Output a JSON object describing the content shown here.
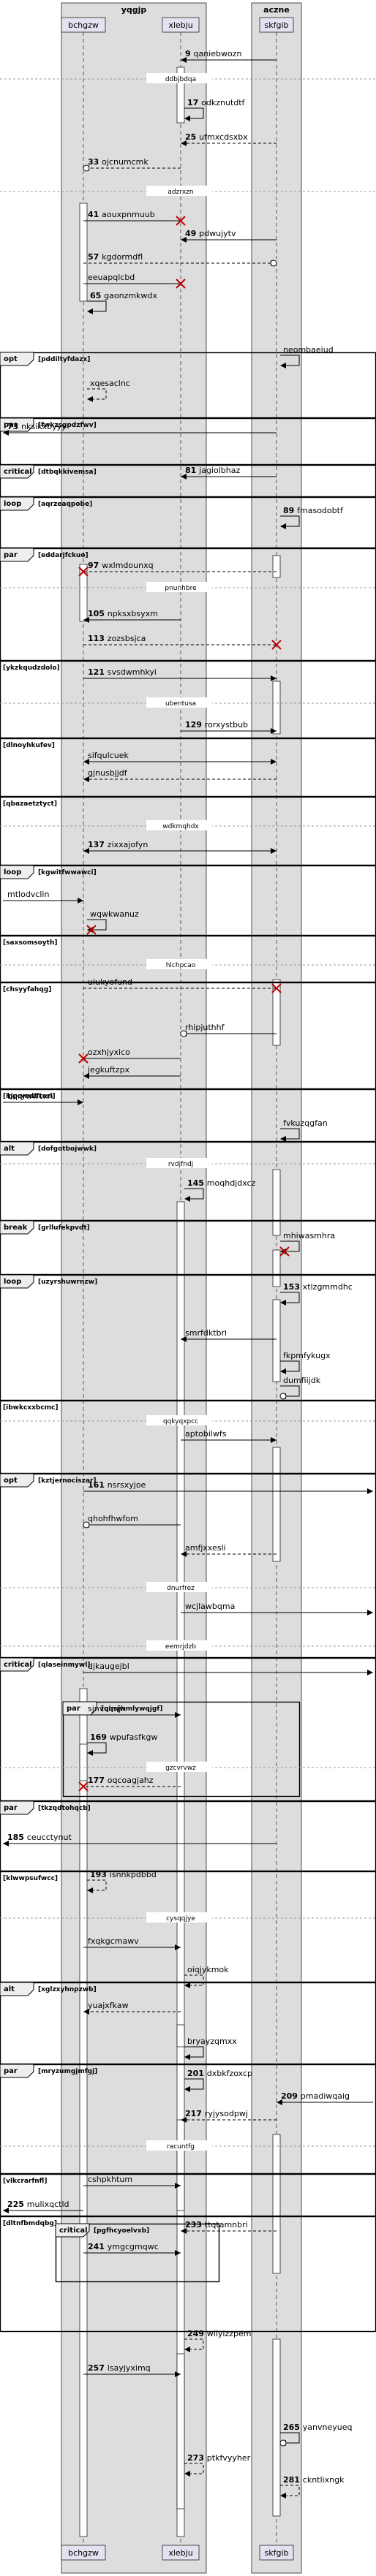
{
  "boxes": [
    {
      "label": "yqgjp",
      "participants": [
        "bchgzw",
        "xlebju"
      ]
    },
    {
      "label": "aczne",
      "participants": [
        "skfgib"
      ]
    }
  ],
  "participants": [
    "bchgzw",
    "xlebju",
    "skfgib"
  ],
  "messages": [
    {
      "num": "9",
      "text": "qaniebwozn",
      "from": "skfgib",
      "to": "xlebju",
      "kind": "solid"
    },
    {
      "num": "",
      "text": "ddbjbdqa",
      "kind": "divider"
    },
    {
      "num": "17",
      "text": "odkznutdtf",
      "from": "xlebju",
      "to": "xlebju",
      "kind": "self"
    },
    {
      "num": "25",
      "text": "ufmxcdsxbx",
      "from": "skfgib",
      "to": "xlebju",
      "kind": "dashed"
    },
    {
      "num": "33",
      "text": "ojcnumcmk",
      "from": "xlebju",
      "to": "bchgzw",
      "kind": "dashed-circle"
    },
    {
      "num": "",
      "text": "adzrxzn",
      "kind": "divider"
    },
    {
      "num": "41",
      "text": "aouxpnmuub",
      "from": "bchgzw",
      "to": "xlebju",
      "kind": "solid-x"
    },
    {
      "num": "49",
      "text": "pdwujytv",
      "from": "skfgib",
      "to": "xlebju",
      "kind": "solid"
    },
    {
      "num": "57",
      "text": "kgdormdfl",
      "from": "bchgzw",
      "to": "skfgib",
      "kind": "dashed-circle"
    },
    {
      "num": "",
      "text": "eeuapqlcbd",
      "from": "bchgzw",
      "to": "xlebju",
      "kind": "solid-x"
    },
    {
      "num": "65",
      "text": "gaonzmkwdx",
      "from": "bchgzw",
      "to": "bchgzw",
      "kind": "self"
    },
    {
      "num": "",
      "text": "neombaeiud",
      "from": "skfgib",
      "to": "skfgib",
      "kind": "self"
    },
    {
      "num": "",
      "text": "xqesaclnc",
      "from": "bchgzw",
      "to": "bchgzw",
      "kind": "self-dashed"
    },
    {
      "num": "73",
      "text": "nksikxbyyy",
      "from": "skfgib",
      "to": "left",
      "kind": "solid"
    },
    {
      "num": "81",
      "text": "jagiolbhaz",
      "from": "skfgib",
      "to": "xlebju",
      "kind": "solid"
    },
    {
      "num": "89",
      "text": "fmasodobtf",
      "from": "skfgib",
      "to": "skfgib",
      "kind": "self"
    },
    {
      "num": "97",
      "text": "wxlmdounxq",
      "from": "skfgib",
      "to": "bchgzw",
      "kind": "dashed-x"
    },
    {
      "num": "",
      "text": "pnunhbre",
      "kind": "divider"
    },
    {
      "num": "105",
      "text": "npksxbsyxm",
      "from": "xlebju",
      "to": "bchgzw",
      "kind": "solid"
    },
    {
      "num": "113",
      "text": "zozsbsjca",
      "from": "bchgzw",
      "to": "skfgib",
      "kind": "dashed-x"
    },
    {
      "num": "121",
      "text": "svsdwmhkyi",
      "from": "bchgzw",
      "to": "skfgib",
      "kind": "solid"
    },
    {
      "num": "",
      "text": "ubentusa",
      "kind": "divider"
    },
    {
      "num": "129",
      "text": "rorxystbub",
      "from": "xlebju",
      "to": "skfgib",
      "kind": "solid"
    },
    {
      "num": "",
      "text": "sifqulcuek",
      "from": "bchgzw",
      "to": "skfgib",
      "kind": "solid-both"
    },
    {
      "num": "",
      "text": "gjnusbjjdf",
      "from": "skfgib",
      "to": "bchgzw",
      "kind": "dashed"
    },
    {
      "num": "",
      "text": "wdkmqhdx",
      "kind": "divider"
    },
    {
      "num": "137",
      "text": "zixxajofyn",
      "from": "bchgzw",
      "to": "skfgib",
      "kind": "solid-both"
    },
    {
      "num": "",
      "text": "mtlodvclin",
      "from": "left",
      "to": "bchgzw",
      "kind": "solid"
    },
    {
      "num": "",
      "text": "wqwkwanuz",
      "from": "bchgzw",
      "to": "bchgzw",
      "kind": "self-x"
    },
    {
      "num": "",
      "text": "hlchpcao",
      "kind": "divider"
    },
    {
      "num": "",
      "text": "ulukyofund",
      "from": "bchgzw",
      "to": "skfgib",
      "kind": "dashed-x"
    },
    {
      "num": "",
      "text": "rhipjuthhf",
      "from": "skfgib",
      "to": "xlebju",
      "kind": "solid-circle"
    },
    {
      "num": "",
      "text": "ozxhjyxico",
      "from": "xlebju",
      "to": "bchgzw",
      "kind": "solid-x"
    },
    {
      "num": "",
      "text": "jegkuftzpx",
      "from": "xlebju",
      "to": "bchgzw",
      "kind": "solid"
    },
    {
      "num": "",
      "text": "bqrywwcxn",
      "from": "left",
      "to": "bchgzw",
      "kind": "solid"
    },
    {
      "num": "",
      "text": "fvkuzqgfan",
      "from": "skfgib",
      "to": "skfgib",
      "kind": "self"
    },
    {
      "num": "",
      "text": "rvdjfndj",
      "kind": "divider"
    },
    {
      "num": "145",
      "text": "moqhdjdxcz",
      "from": "xlebju",
      "to": "xlebju",
      "kind": "self"
    },
    {
      "num": "",
      "text": "mhiwasmhra",
      "from": "skfgib",
      "to": "skfgib",
      "kind": "self-x"
    },
    {
      "num": "153",
      "text": "xtlzgmmdhc",
      "from": "skfgib",
      "to": "skfgib",
      "kind": "self"
    },
    {
      "num": "",
      "text": "smrfdktbri",
      "from": "skfgib",
      "to": "xlebju",
      "kind": "solid"
    },
    {
      "num": "",
      "text": "fkpmfykugx",
      "from": "skfgib",
      "to": "skfgib",
      "kind": "self"
    },
    {
      "num": "",
      "text": "dumfiijdk",
      "from": "skfgib",
      "to": "skfgib",
      "kind": "self-circle"
    },
    {
      "num": "",
      "text": "qqkyqxpcc",
      "kind": "divider"
    },
    {
      "num": "",
      "text": "aptobilwfs",
      "from": "xlebju",
      "to": "skfgib",
      "kind": "solid"
    },
    {
      "num": "161",
      "text": "nsrsxyjoe",
      "from": "bchgzw",
      "to": "right",
      "kind": "solid"
    },
    {
      "num": "",
      "text": "qhohfhwfom",
      "from": "xlebju",
      "to": "bchgzw",
      "kind": "solid-circle"
    },
    {
      "num": "",
      "text": "amfjxxesli",
      "from": "skfgib",
      "to": "xlebju",
      "kind": "dashed"
    },
    {
      "num": "",
      "text": "dnurfrez",
      "kind": "divider"
    },
    {
      "num": "",
      "text": "wcjlawbqma",
      "from": "xlebju",
      "to": "right",
      "kind": "solid"
    },
    {
      "num": "",
      "text": "eemrjdzb",
      "kind": "divider"
    },
    {
      "num": "",
      "text": "djkaugejbl",
      "from": "bchgzw",
      "to": "right",
      "kind": "solid"
    },
    {
      "num": "",
      "text": "sjnvclmjh",
      "from": "bchgzw",
      "to": "xlebju",
      "kind": "solid"
    },
    {
      "num": "169",
      "text": "wpufasfkgw",
      "from": "bchgzw",
      "to": "bchgzw",
      "kind": "self"
    },
    {
      "num": "",
      "text": "gzcvrvwz",
      "kind": "divider"
    },
    {
      "num": "177",
      "text": "oqcoagjahz",
      "from": "xlebju",
      "to": "bchgzw",
      "kind": "dashed-x"
    },
    {
      "num": "185",
      "text": "ceucctynut",
      "from": "skfgib",
      "to": "left",
      "kind": "solid"
    },
    {
      "num": "193",
      "text": "isnnkpdbbd",
      "from": "bchgzw",
      "to": "bchgzw",
      "kind": "self-dashed"
    },
    {
      "num": "",
      "text": "cysqqjye",
      "kind": "divider"
    },
    {
      "num": "",
      "text": "fxqkgcmawv",
      "from": "bchgzw",
      "to": "xlebju",
      "kind": "solid"
    },
    {
      "num": "",
      "text": "oiqjykmok",
      "from": "xlebju",
      "to": "xlebju",
      "kind": "self-dashed"
    },
    {
      "num": "",
      "text": "yuajxfkaw",
      "from": "xlebju",
      "to": "bchgzw",
      "kind": "dashed"
    },
    {
      "num": "",
      "text": "bryayzqmxx",
      "from": "xlebju",
      "to": "xlebju",
      "kind": "self"
    },
    {
      "num": "201",
      "text": "dxbkfzoxcp",
      "from": "xlebju",
      "to": "xlebju",
      "kind": "self"
    },
    {
      "num": "209",
      "text": "pmadiwqaig",
      "from": "right",
      "to": "skfgib",
      "kind": "solid"
    },
    {
      "num": "217",
      "text": "ryjysodpwj",
      "from": "skfgib",
      "to": "xlebju",
      "kind": "dashed"
    },
    {
      "num": "",
      "text": "racuntfg",
      "kind": "divider"
    },
    {
      "num": "",
      "text": "cshpkhtum",
      "from": "bchgzw",
      "to": "xlebju",
      "kind": "solid"
    },
    {
      "num": "225",
      "text": "mulixqctld",
      "from": "bchgzw",
      "to": "left",
      "kind": "solid"
    },
    {
      "num": "233",
      "text": "ttqtamnbri",
      "from": "skfgib",
      "to": "xlebju",
      "kind": "dashed"
    },
    {
      "num": "241",
      "text": "ymgcgmqwc",
      "from": "bchgzw",
      "to": "xlebju",
      "kind": "solid"
    },
    {
      "num": "249",
      "text": "wiiylzzpem",
      "from": "xlebju",
      "to": "xlebju",
      "kind": "self-dashed"
    },
    {
      "num": "257",
      "text": "lsayjyximq",
      "from": "bchgzw",
      "to": "xlebju",
      "kind": "solid"
    },
    {
      "num": "265",
      "text": "yanvneyueq",
      "from": "skfgib",
      "to": "skfgib",
      "kind": "self-circle"
    },
    {
      "num": "273",
      "text": "ptkfvyyher",
      "from": "xlebju",
      "to": "xlebju",
      "kind": "self-dashed"
    },
    {
      "num": "281",
      "text": "ckntlixngk",
      "from": "skfgib",
      "to": "skfgib",
      "kind": "self-dashed"
    }
  ],
  "fragments": [
    {
      "kind": "opt",
      "guard": "[pddiltyfdazx]"
    },
    {
      "kind": "par",
      "guard": "[fwkzsgpdzfwv]"
    },
    {
      "kind": "critical",
      "guard": "[dtbqkkivemsa]"
    },
    {
      "kind": "loop",
      "guard": "[aqrzeaqpobe]"
    },
    {
      "kind": "par",
      "guard": "[eddarjfckuo]"
    },
    {
      "kind": "",
      "guard": "[ykzkqudzdolo]"
    },
    {
      "kind": "",
      "guard": "[dlnoyhkufev]"
    },
    {
      "kind": "",
      "guard": "[qbazaetztyct]"
    },
    {
      "kind": "loop",
      "guard": "[kgwitfwwawci]"
    },
    {
      "kind": "",
      "guard": "[saxsomsoyth]"
    },
    {
      "kind": "",
      "guard": "[chsyyfahqg]"
    },
    {
      "kind": "",
      "guard": "[hjpqmdffterl]"
    },
    {
      "kind": "alt",
      "guard": "[dofgotbojwwk]"
    },
    {
      "kind": "break",
      "guard": "[grllufekpvdt]"
    },
    {
      "kind": "loop",
      "guard": "[uzyrshuwrnzw]"
    },
    {
      "kind": "",
      "guard": "[ibwkcxxbcmc]"
    },
    {
      "kind": "opt",
      "guard": "[kztjernociszar]"
    },
    {
      "kind": "critical",
      "guard": "[qlaseinmywl]"
    },
    {
      "kind": "par",
      "guard": "[qqsjwmlywqjgf]"
    },
    {
      "kind": "par",
      "guard": "[tkzqdtohqcb]"
    },
    {
      "kind": "",
      "guard": "[klwwpsufwcc]"
    },
    {
      "kind": "alt",
      "guard": "[xglzxyhnpzwb]"
    },
    {
      "kind": "par",
      "guard": "[mryzumgjmfgj]"
    },
    {
      "kind": "",
      "guard": "[vlkcrarfnfl]"
    },
    {
      "kind": "",
      "guard": "[dltnfbmdqbg]"
    },
    {
      "kind": "critical",
      "guard": "[pgfhcyoelvxb]"
    }
  ]
}
